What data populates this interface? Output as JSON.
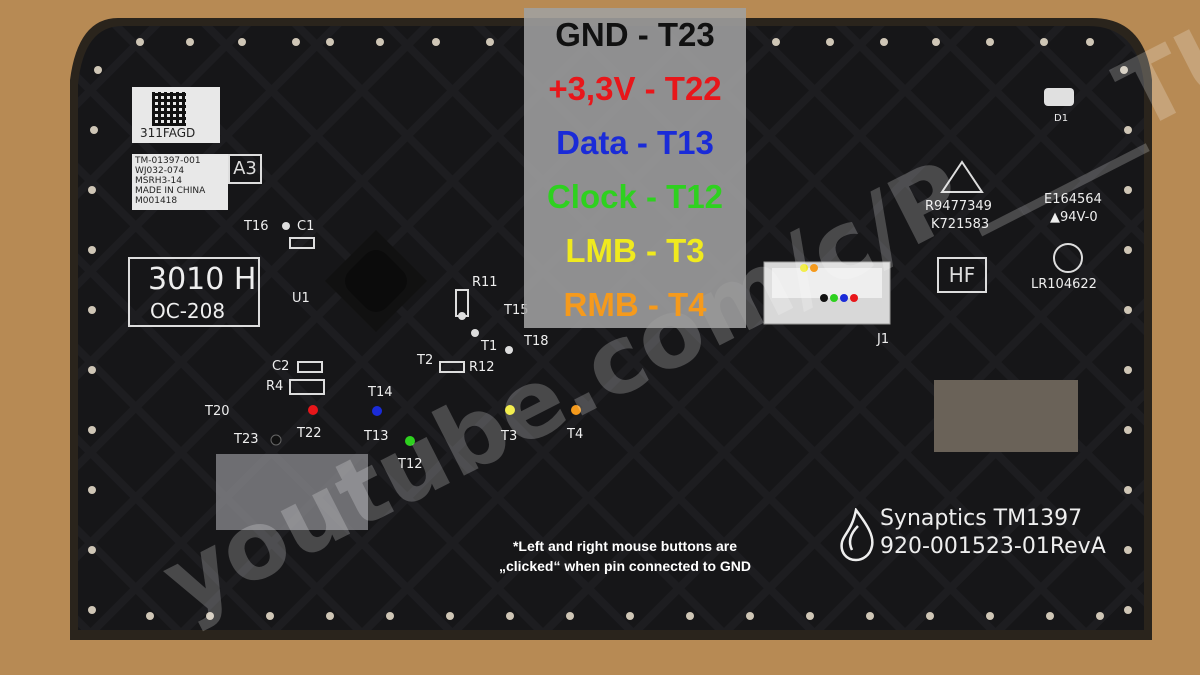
{
  "legend": {
    "rows": [
      {
        "text": "GND - T23",
        "color": "#111111"
      },
      {
        "text": "+3,3V - T22",
        "color": "#e8161a"
      },
      {
        "text": "Data - T13",
        "color": "#1a2bd8"
      },
      {
        "text": "Clock - T12",
        "color": "#2ed11f"
      },
      {
        "text": "LMB - T3",
        "color": "#f0ea1e"
      },
      {
        "text": "RMB - T4",
        "color": "#f59a1c"
      }
    ]
  },
  "note": {
    "line1": "*Left and right mouse buttons are",
    "line2": "„clicked“ when pin connected to GND"
  },
  "watermark": "youtube.com/c/P____TUFF",
  "board": {
    "sticker_code": "311FAGD",
    "sticker_lines": [
      "TM-01397-001",
      "WJ032-074",
      "MSRH3-14",
      "MADE IN CHINA",
      "M001418"
    ],
    "box_a3": "A3",
    "date_code_1": "3010 H",
    "date_code_2": "OC-208",
    "brand": "Synaptics TM1397",
    "part_number": "920-001523-01RevA",
    "cert_1": "R9477349",
    "cert_2": "K721583",
    "cert_3": "E164564",
    "cert_4": "▲94V-0",
    "cert_5": "LR104622",
    "hf": "HF",
    "labels": {
      "t16": "T16",
      "c1": "C1",
      "u1": "U1",
      "r11": "R11",
      "t15": "T15",
      "t2": "T2",
      "t1": "T1",
      "t18": "T18",
      "r12": "R12",
      "c2": "C2",
      "r4": "R4",
      "t14": "T14",
      "t20": "T20",
      "t22": "T22",
      "t23": "T23",
      "t13": "T13",
      "t12": "T12",
      "t3": "T3",
      "t4": "T4",
      "j1": "J1",
      "d1": "D1"
    }
  },
  "colors": {
    "pcb": "#1b1b1d",
    "edge": "#b78a54",
    "silk": "#eeeeee",
    "gnd": "#111111",
    "vcc": "#e8161a",
    "data": "#1a2bd8",
    "clock": "#2ed11f",
    "lmb": "#f0ea1e",
    "rmb": "#f59a1c"
  }
}
